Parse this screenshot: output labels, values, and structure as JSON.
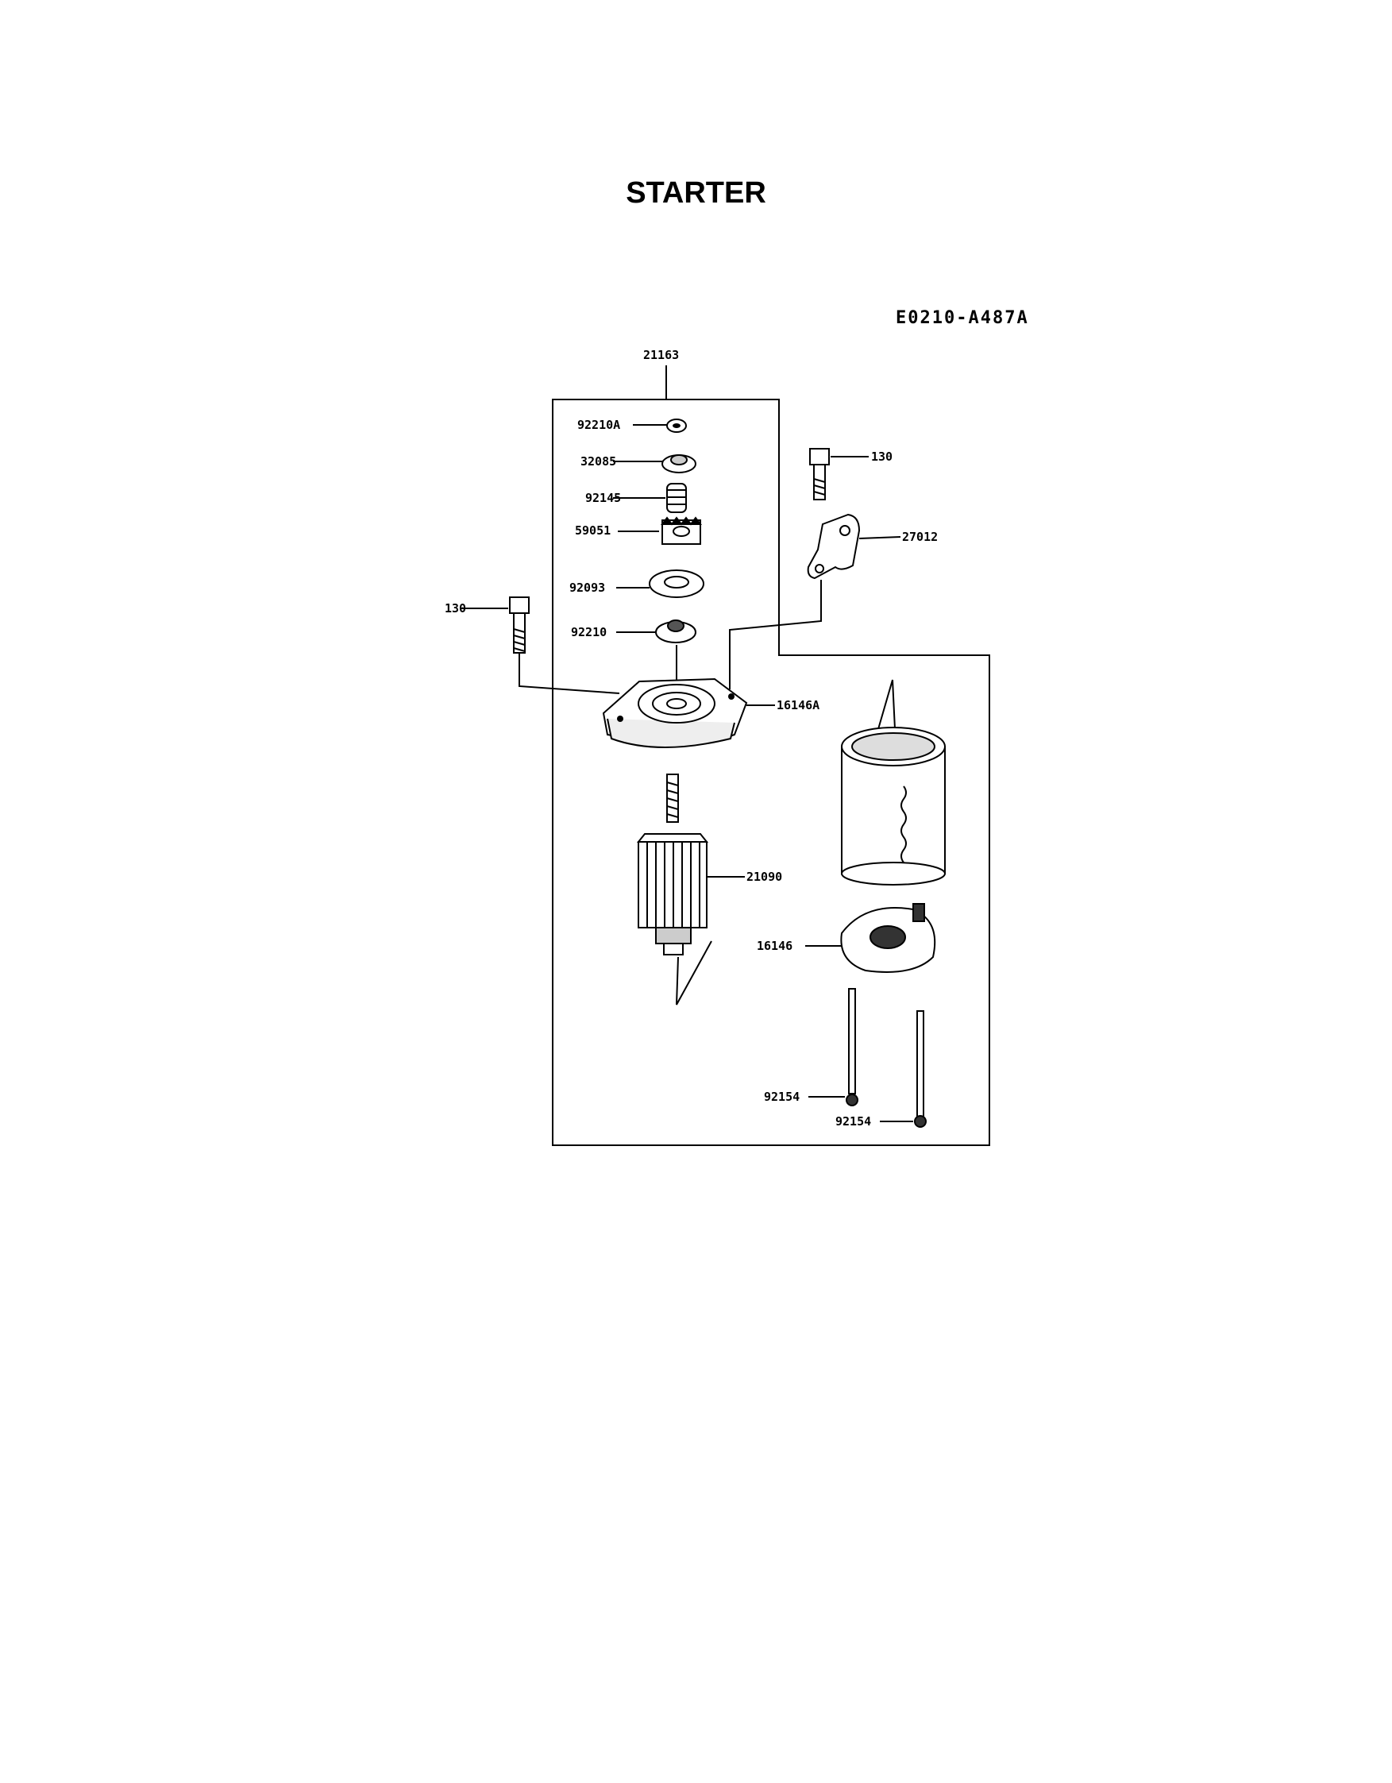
{
  "title": "STARTER",
  "drawing_code": "E0210-A487A",
  "parts": {
    "assembly": "21163",
    "nut": "92210A",
    "collar": "32085",
    "spring": "92145",
    "pinion": "59051",
    "washer": "92093",
    "stopper": "92210",
    "bolt_left": "130",
    "bolt_right": "130",
    "bracket": "27012",
    "front_cover": "16146A",
    "armature": "21090",
    "rear_cover": "16146",
    "through_bolt_1": "92154",
    "through_bolt_2": "92154"
  }
}
